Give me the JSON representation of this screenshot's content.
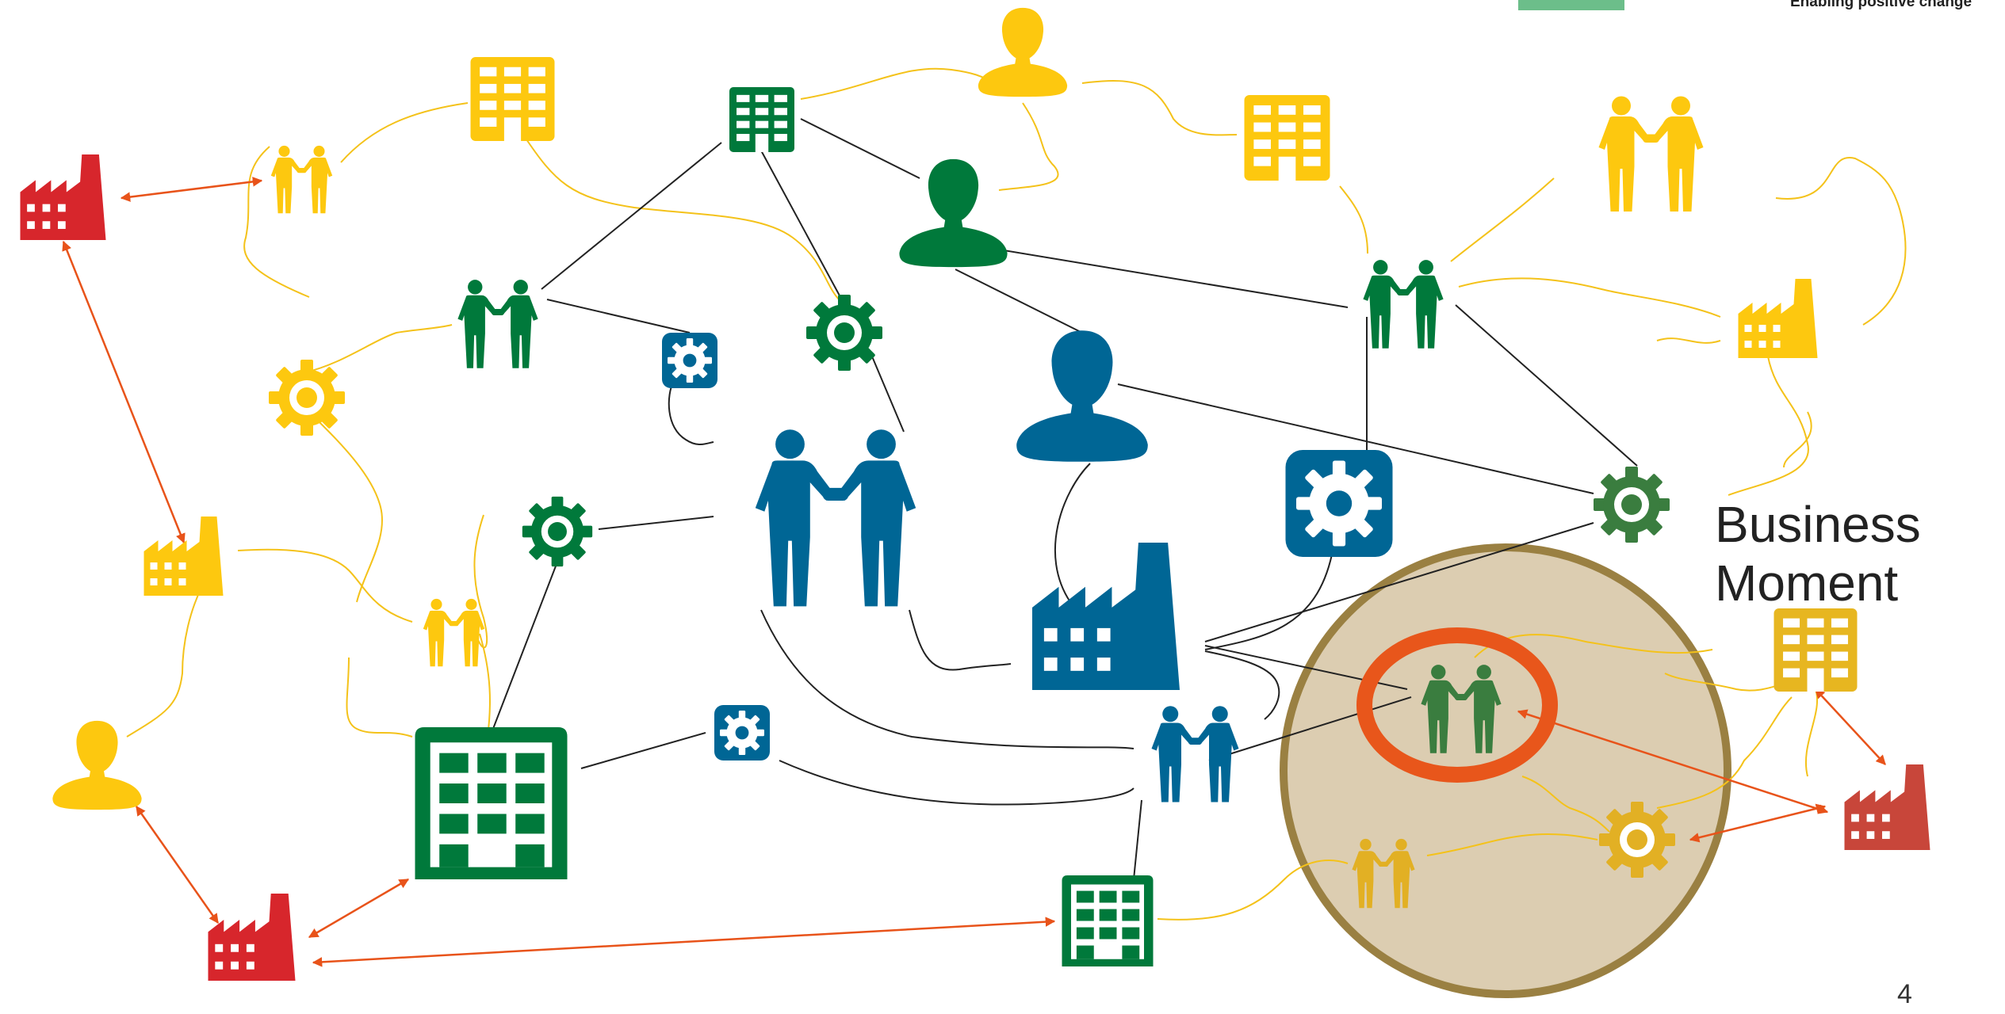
{
  "header": {
    "tagline": "Enabling positive change"
  },
  "highlight": {
    "label_line1": "Business",
    "label_line2": "Moment"
  },
  "slide": {
    "page_number": "4"
  },
  "colors": {
    "yellow": "#FDC80F",
    "green": "#00793B",
    "blue": "#006695",
    "red": "#D7262C",
    "orange_line": "#E8531A",
    "ring": "#E8561B",
    "ellipse_fill": "#DCCDB1",
    "ellipse_stroke": "#9A8042",
    "brand_green": "#6CBE8A"
  },
  "legend_icons": [
    "factory-icon",
    "handshake-icon",
    "building-icon",
    "person-icon",
    "gear-icon",
    "service-gear-icon"
  ]
}
